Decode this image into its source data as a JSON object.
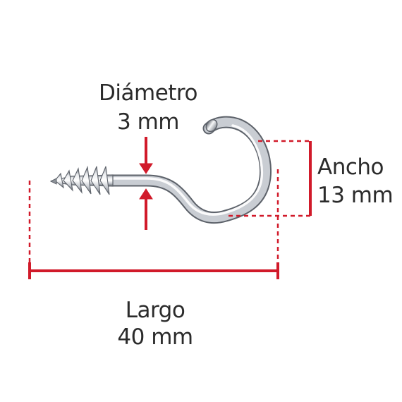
{
  "product": "screw-hook",
  "colors": {
    "dimension_line": "#d11a2a",
    "text": "#2b2b2b",
    "metal_light": "#f4f5f7",
    "metal_mid": "#c7cbd1",
    "metal_dark": "#6b7078",
    "background": "#ffffff"
  },
  "labels": {
    "diametro_title": "Diámetro",
    "diametro_value": "3 mm",
    "ancho_title": "Ancho",
    "ancho_value": "13 mm",
    "largo_title": "Largo",
    "largo_value": "40 mm"
  }
}
